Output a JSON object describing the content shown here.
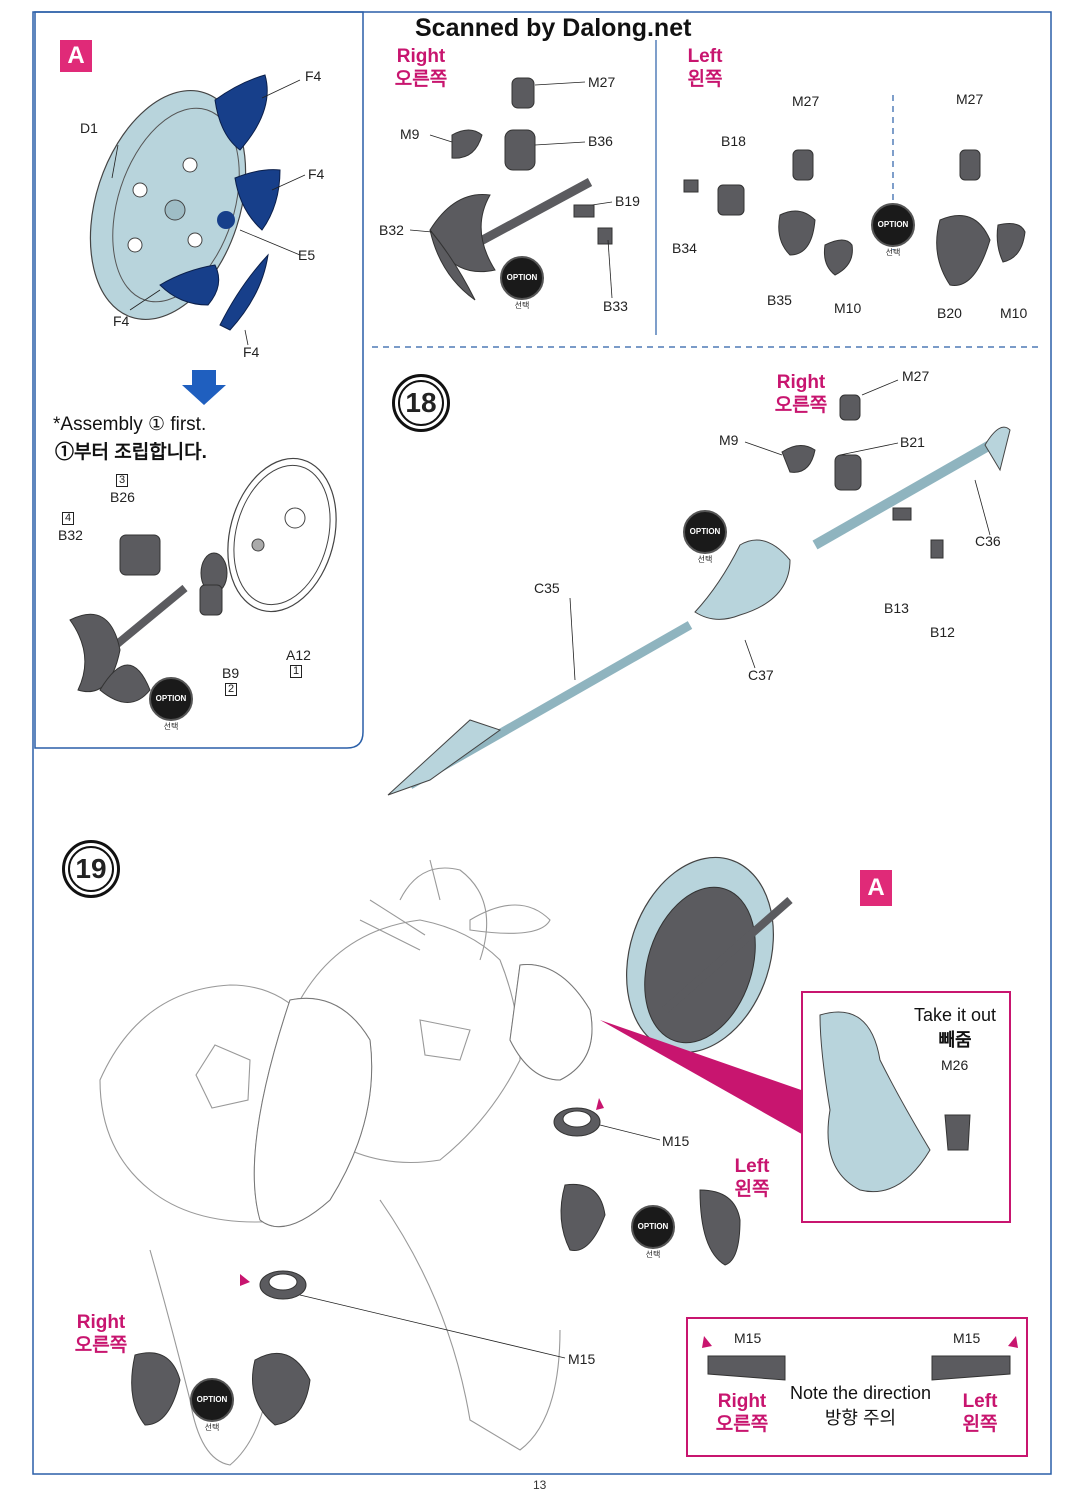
{
  "header": {
    "watermark": "Scanned by Dalong.net"
  },
  "panel_a": {
    "badge": "A",
    "parts": {
      "d1": "D1",
      "f4_1": "F4",
      "f4_2": "F4",
      "f4_3": "F4",
      "f4_4": "F4",
      "e5": "E5"
    },
    "note_en": "*Assembly ① first.",
    "note_ko": "①부터 조립합니다.",
    "num3": "3",
    "b26": "B26",
    "num4": "4",
    "b32": "B32",
    "b9": "B9",
    "num2": "2",
    "a12": "A12",
    "num1": "1",
    "option": "OPTION",
    "option_ko": "선택"
  },
  "step17": {
    "right_en": "Right",
    "right_ko": "오른쪽",
    "m27": "M27",
    "m9": "M9",
    "b36": "B36",
    "b19": "B19",
    "b32": "B32",
    "b33": "B33",
    "option": "OPTION",
    "option_ko": "선택",
    "left_en": "Left",
    "left_ko": "왼쪽",
    "b18": "B18",
    "m27_b": "M27",
    "m27_c": "M27",
    "b34": "B34",
    "b35": "B35",
    "m10": "M10",
    "b20": "B20",
    "m10_b": "M10",
    "option_b": "OPTION",
    "option_b_ko": "선택"
  },
  "step18": {
    "number": "18",
    "right_en": "Right",
    "right_ko": "오른쪽",
    "m27": "M27",
    "m9": "M9",
    "b21": "B21",
    "c36": "C36",
    "b13": "B13",
    "b12": "B12",
    "c35": "C35",
    "c37": "C37",
    "option": "OPTION",
    "option_ko": "선택"
  },
  "step19": {
    "number": "19",
    "badge": "A",
    "take_out_en": "Take it out",
    "take_out_ko": "빼줌",
    "m26": "M26",
    "m15_a": "M15",
    "m15_b": "M15",
    "left_en": "Left",
    "left_ko": "왼쪽",
    "right_en": "Right",
    "right_ko": "오른쪽",
    "option_a": "OPTION",
    "option_a_ko": "선택",
    "option_b": "OPTION",
    "option_b_ko": "선택",
    "note": {
      "m15_left": "M15",
      "m15_right": "M15",
      "right_en": "Right",
      "right_ko": "오른쪽",
      "text_en": "Note the direction",
      "text_ko": "방향 주의",
      "left_en": "Left",
      "left_ko": "왼쪽"
    }
  },
  "footer": {
    "page_number": "13"
  },
  "colors": {
    "accent": "#e02a78",
    "label_magenta": "#c8156f",
    "frame_blue": "#2a5fa8",
    "part_blue": "#173f8a",
    "part_light": "#b8d4dc",
    "part_gray": "#5b5b5f"
  }
}
